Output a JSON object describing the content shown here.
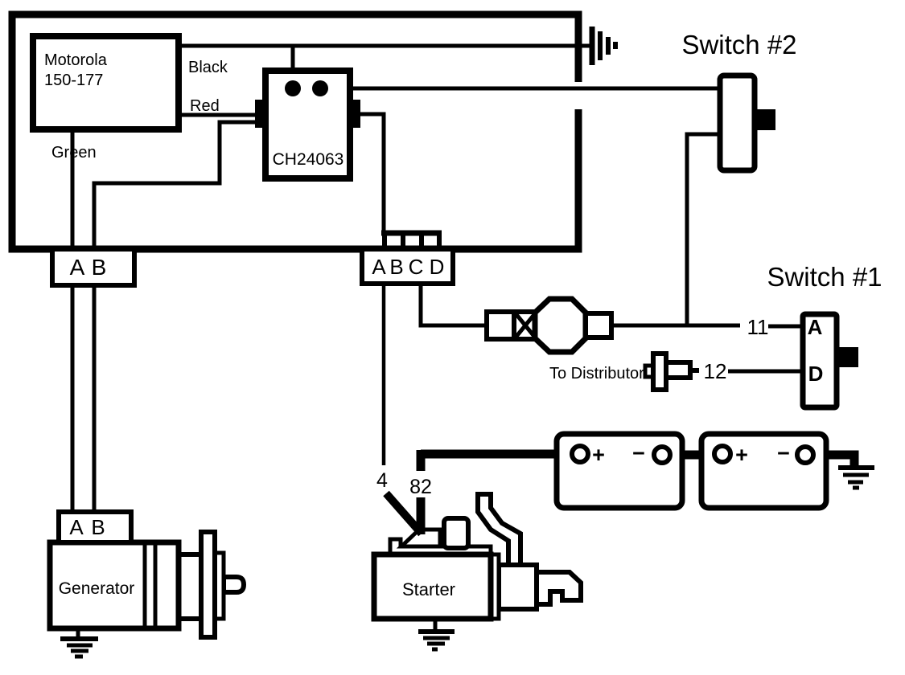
{
  "colors": {
    "ink": "#000000",
    "paper": "#ffffff"
  },
  "regulator": {
    "name": "Motorola",
    "model": "150-177"
  },
  "wire_labels": {
    "black": "Black",
    "red": "Red",
    "green": "Green"
  },
  "relay": {
    "label": "CH24063"
  },
  "switch2": {
    "title": "Switch #2"
  },
  "switch1": {
    "title": "Switch #1",
    "terminals": [
      "A",
      "D"
    ]
  },
  "circuit_numbers": {
    "n11": "11",
    "n12": "12",
    "n4": "4",
    "n82": "82"
  },
  "distributor": {
    "label": "To Distributor"
  },
  "regulator_connector": {
    "pins": [
      "A",
      "B"
    ]
  },
  "harness_connector": {
    "pins": [
      "A",
      "B",
      "C",
      "D"
    ]
  },
  "generator_connector": {
    "pins": [
      "A",
      "B"
    ]
  },
  "battery1": {
    "positive": "+",
    "negative": "−"
  },
  "battery2": {
    "positive": "+",
    "negative": "−"
  },
  "generator": {
    "label": "Generator"
  },
  "starter": {
    "label": "Starter"
  }
}
